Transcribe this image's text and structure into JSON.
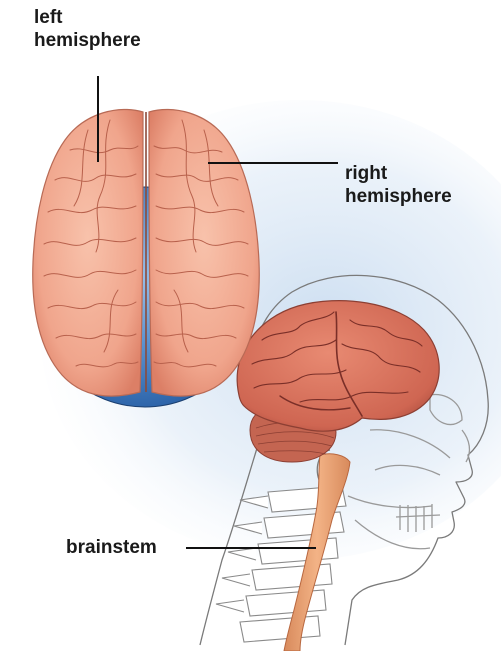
{
  "labels": {
    "left_hemisphere": [
      "left",
      "hemisphere"
    ],
    "right_hemisphere": [
      "right",
      "hemisphere"
    ],
    "brainstem": "brainstem"
  },
  "colors": {
    "brain_fill": "#f0a58c",
    "brain_dark": "#c9604a",
    "brain_lateral": "#d9735e",
    "sphere_blue": "#3b74b8",
    "background_glow": "#c9dcf0",
    "head_outline": "#7a7a7a",
    "spinal_cord": "#e9a070",
    "leader_line": "#111111"
  },
  "icons": [
    "brain-top-view",
    "brain-side-view",
    "human-head-outline",
    "spine"
  ]
}
